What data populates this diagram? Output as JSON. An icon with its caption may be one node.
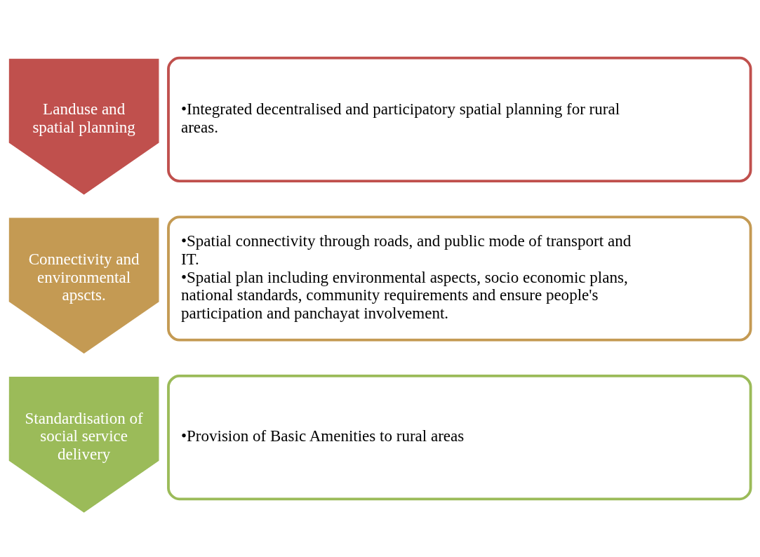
{
  "diagram": {
    "nodes": [
      {
        "text": [
          "Landuse and spatial planning"
        ]
      },
      {
        "text": [
          "•Integrated decentralised and participatory spatial planning for rural areas."
        ]
      },
      {
        "text": [
          "Connectivity and environmental apscts."
        ]
      },
      {
        "text": [
          "•Spatial connectivity through roads, and public mode of transport and IT.",
          "•Spatial plan including environmental aspects, socio economic plans, national standards, community requirements and ensure people's participation and panchayat involvement."
        ]
      },
      {
        "text": [
          "Standardisation of social service delivery"
        ]
      },
      {
        "text": [
          "•Provision of Basic Amenities to rural areas"
        ]
      }
    ],
    "edges": []
  }
}
